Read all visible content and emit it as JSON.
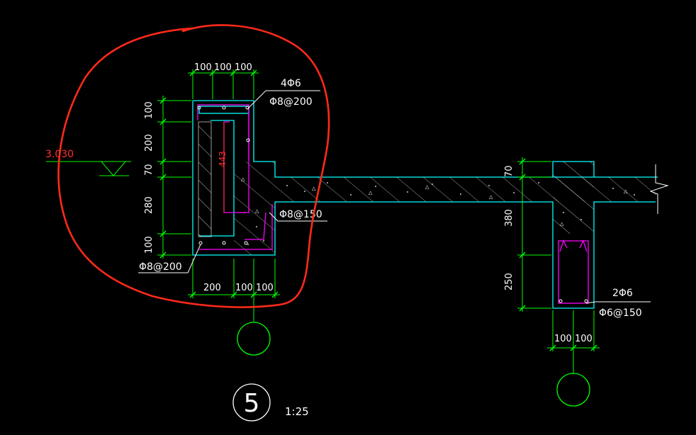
{
  "colors": {
    "background": "#000000",
    "outline": "#00ffff",
    "dimension": "#00ff00",
    "rebar": "#ff00ff",
    "hatch": "#ffffff",
    "markup": "#ff2a1a",
    "text_white": "#ffffff",
    "text_red": "#ff3030"
  },
  "left_section": {
    "top_dims": [
      "100",
      "100",
      "100"
    ],
    "bottom_dims": [
      "200",
      "100",
      "100"
    ],
    "left_dims": [
      "100",
      "200",
      "70",
      "280",
      "100"
    ],
    "inner_dim": "443",
    "rebar_labels": {
      "top_main": "4Φ6",
      "top_stirrup": "Φ8@200",
      "mid": "Φ8@150",
      "bottom": "Φ8@200"
    },
    "level": "3.030"
  },
  "right_section": {
    "left_dims": [
      "70",
      "380",
      "250"
    ],
    "bottom_dims": [
      "100",
      "100"
    ],
    "rebar_labels": {
      "main": "2Φ6",
      "stirrup": "Φ6@150"
    }
  },
  "title": {
    "number": "5",
    "scale": "1:25"
  }
}
